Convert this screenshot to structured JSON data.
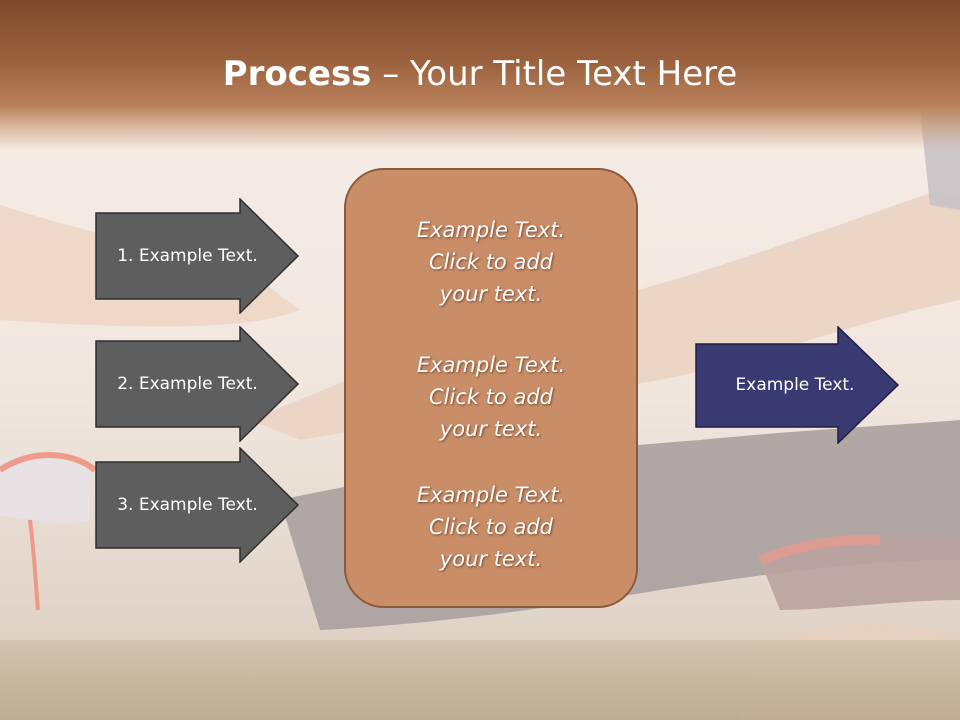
{
  "title": {
    "bold": "Process",
    "rest": " – Your Title Text Here"
  },
  "steps": [
    {
      "label": "1. Example Text."
    },
    {
      "label": "2. Example Text."
    },
    {
      "label": "3. Example Text."
    }
  ],
  "center_box": {
    "blocks": [
      {
        "line1": "Example Text.",
        "line2": "Click  to add",
        "line3": "your text."
      },
      {
        "line1": "Example Text.",
        "line2": "Click  to add",
        "line3": "your text."
      },
      {
        "line1": "Example Text.",
        "line2": "Click  to add",
        "line3": "your text."
      }
    ]
  },
  "result": {
    "label": "Example Text."
  },
  "colors": {
    "title_bar": "#9a603d",
    "step_arrow": "#5e5e5e",
    "center_box": "#c98e68",
    "result_arrow": "#3a3a72"
  }
}
